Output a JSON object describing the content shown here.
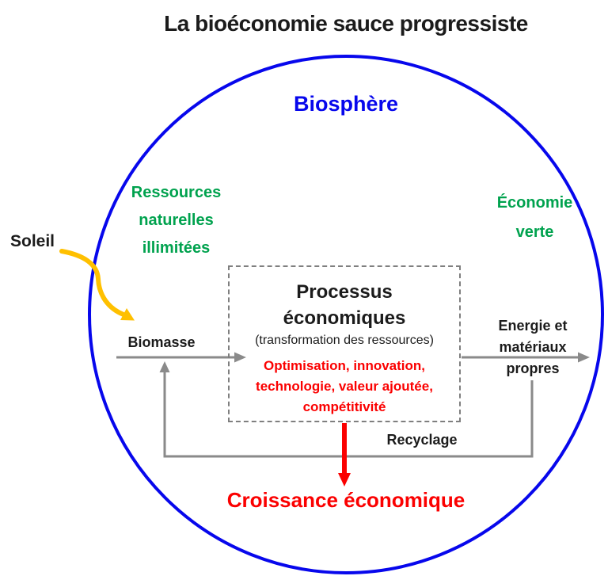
{
  "title": "La bioéconomie sauce progressiste",
  "colors": {
    "biosphere_blue": "#0707ec",
    "green": "#00a24e",
    "red": "#fb0000",
    "sun_gold": "#ffc000",
    "arrow_gray": "#8a8a8a",
    "text_black": "#1b1b1b"
  },
  "diagram": {
    "biosphere_label": "Biosphère",
    "soleil_label": "Soleil",
    "left_note": "Ressources\nnaturelles\nillimitées",
    "right_note": "Économie\nverte",
    "process_box": {
      "title": "Processus\néconomiques",
      "subtitle": "(transformation des ressources)",
      "details": "Optimisation, innovation,\ntechnologie, valeur ajoutée,\ncompétitivité"
    },
    "input_label": "Biomasse",
    "output_label": "Energie et\nmatériaux\npropres",
    "recycle_label": "Recyclage",
    "result_label": "Croissance économique"
  }
}
